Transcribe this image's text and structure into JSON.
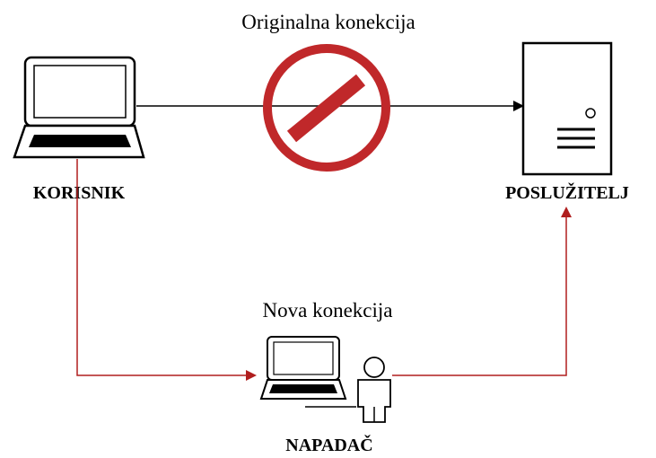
{
  "labels": {
    "original_connection": "Originalna konekcija",
    "new_connection": "Nova konekcija",
    "user": "KORISNIK",
    "server": "POSLUŽITELJ",
    "attacker": "NAPADAČ"
  },
  "colors": {
    "attack_path": "#b01e1e",
    "blocked_sign": "#c0282a",
    "line": "#000000"
  },
  "icons": {
    "user": "laptop-icon",
    "server": "server-tower-icon",
    "attacker_computer": "laptop-icon",
    "attacker_person": "person-icon",
    "blocked": "prohibited-sign-icon"
  }
}
